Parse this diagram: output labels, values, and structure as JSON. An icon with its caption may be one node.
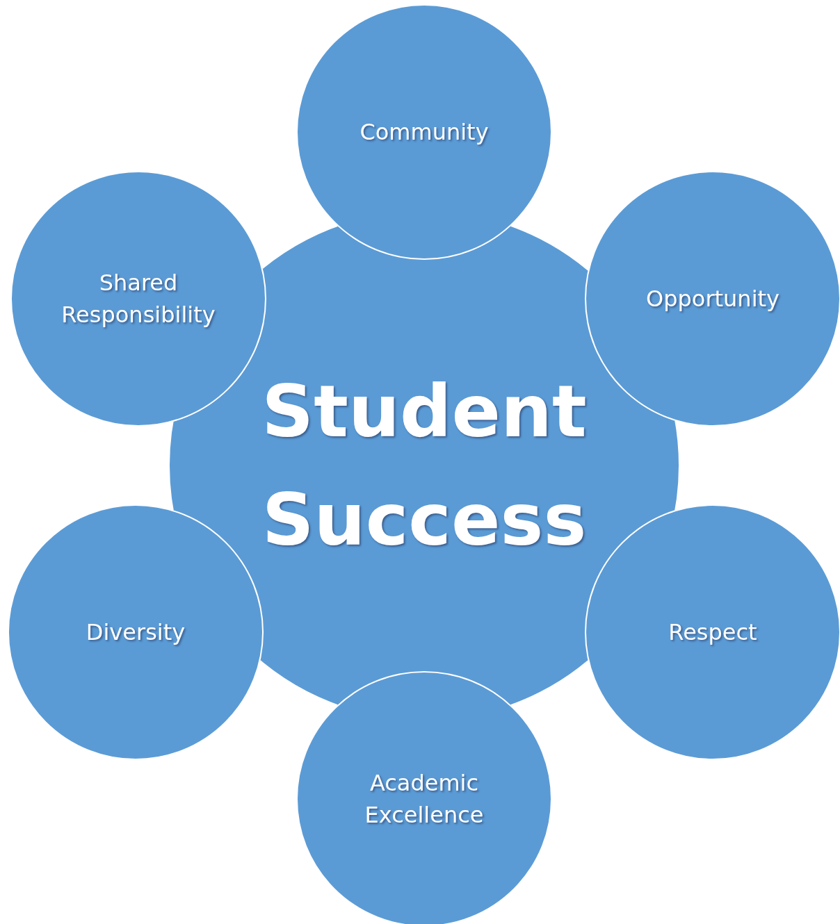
{
  "diagram": {
    "nodes": [
      {
        "text": [
          "Student Success"
        ]
      },
      {
        "text": [
          "Community"
        ]
      },
      {
        "text": [
          "Opportunity"
        ]
      },
      {
        "text": [
          "Respect"
        ]
      },
      {
        "text": [
          "Academic Excellence"
        ]
      },
      {
        "text": [
          "Diversity"
        ]
      },
      {
        "text": [
          "Shared Responsibility"
        ]
      }
    ]
  }
}
